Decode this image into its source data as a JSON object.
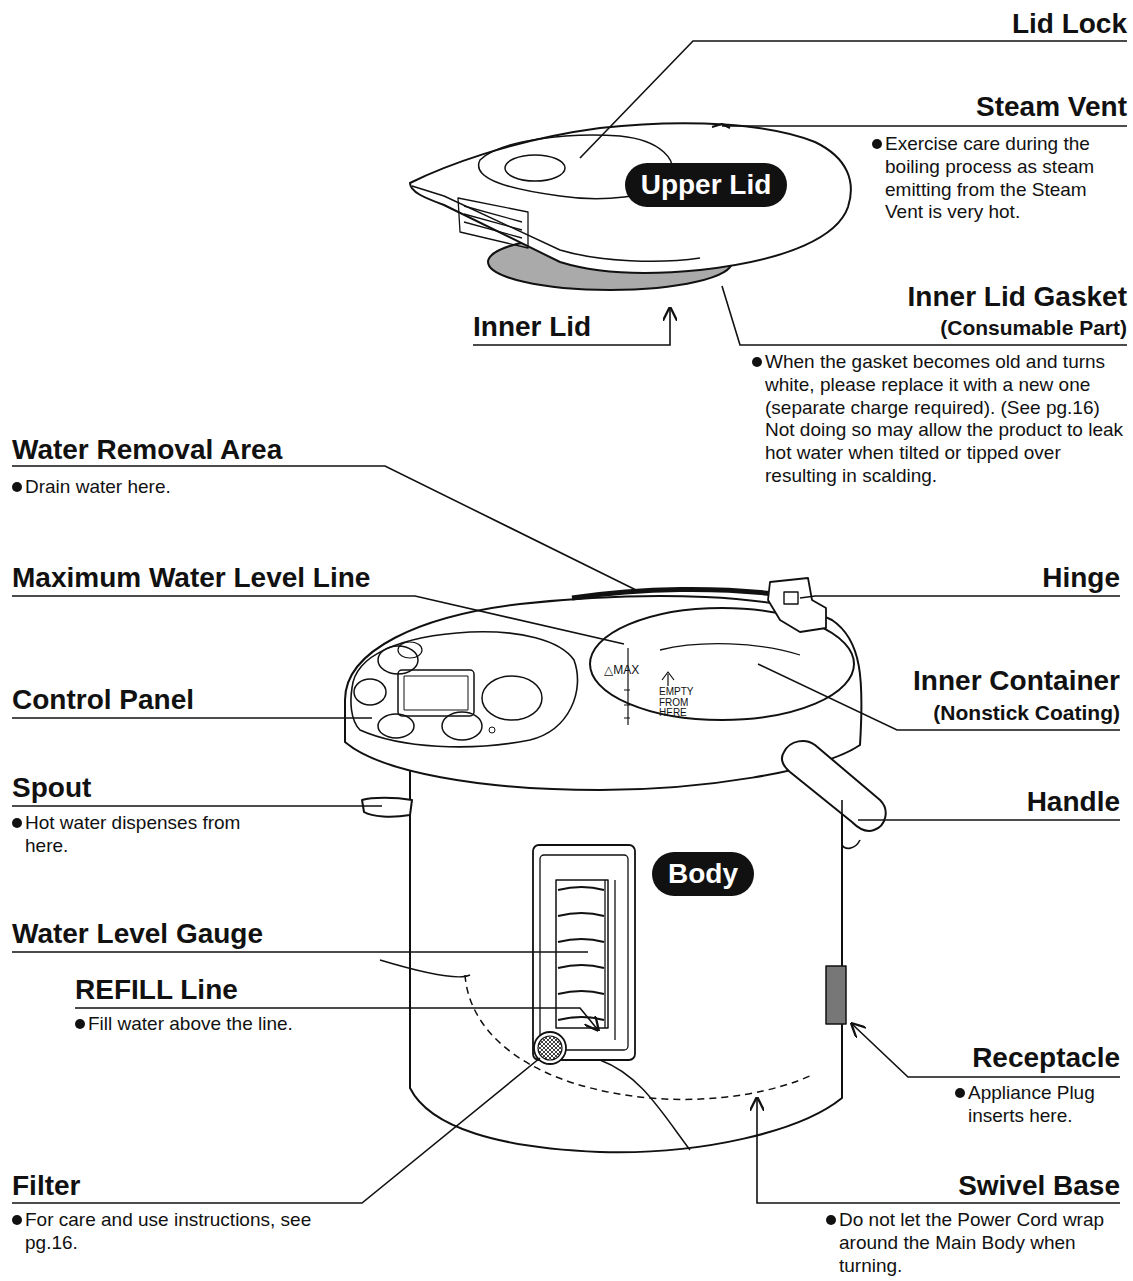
{
  "diagram": {
    "nodes": [
      {
        "text": [
          "Upper Lid"
        ]
      },
      {
        "text": [
          "Body"
        ]
      }
    ],
    "labels": [
      "Lid Lock",
      "Steam Vent",
      "Exercise care during the boiling process as steam emitting from the Steam Vent is very hot.",
      "Inner Lid",
      "Inner Lid Gasket",
      "(Consumable Part)",
      "When the gasket becomes old and turns white, please replace it with a new one (separate charge required). (See pg.16) Not doing so may allow the product to leak hot water when tilted or tipped over resulting in scalding.",
      "Water Removal Area",
      "Drain water here.",
      "Maximum Water Level Line",
      "Hinge",
      "△MAX",
      "EMPTY FROM HERE",
      "Control Panel",
      "Inner Container",
      "(Nonstick Coating)",
      "Spout",
      "Hot water dispenses from here.",
      "Handle",
      "Water Level Gauge",
      "REFILL Line",
      "Fill water above the line.",
      "Receptacle",
      "Appliance Plug inserts here.",
      "Filter",
      "For care and use instructions, see pg.16.",
      "Swivel Base",
      "Do not let the Power Cord wrap around the Main Body when turning."
    ]
  }
}
